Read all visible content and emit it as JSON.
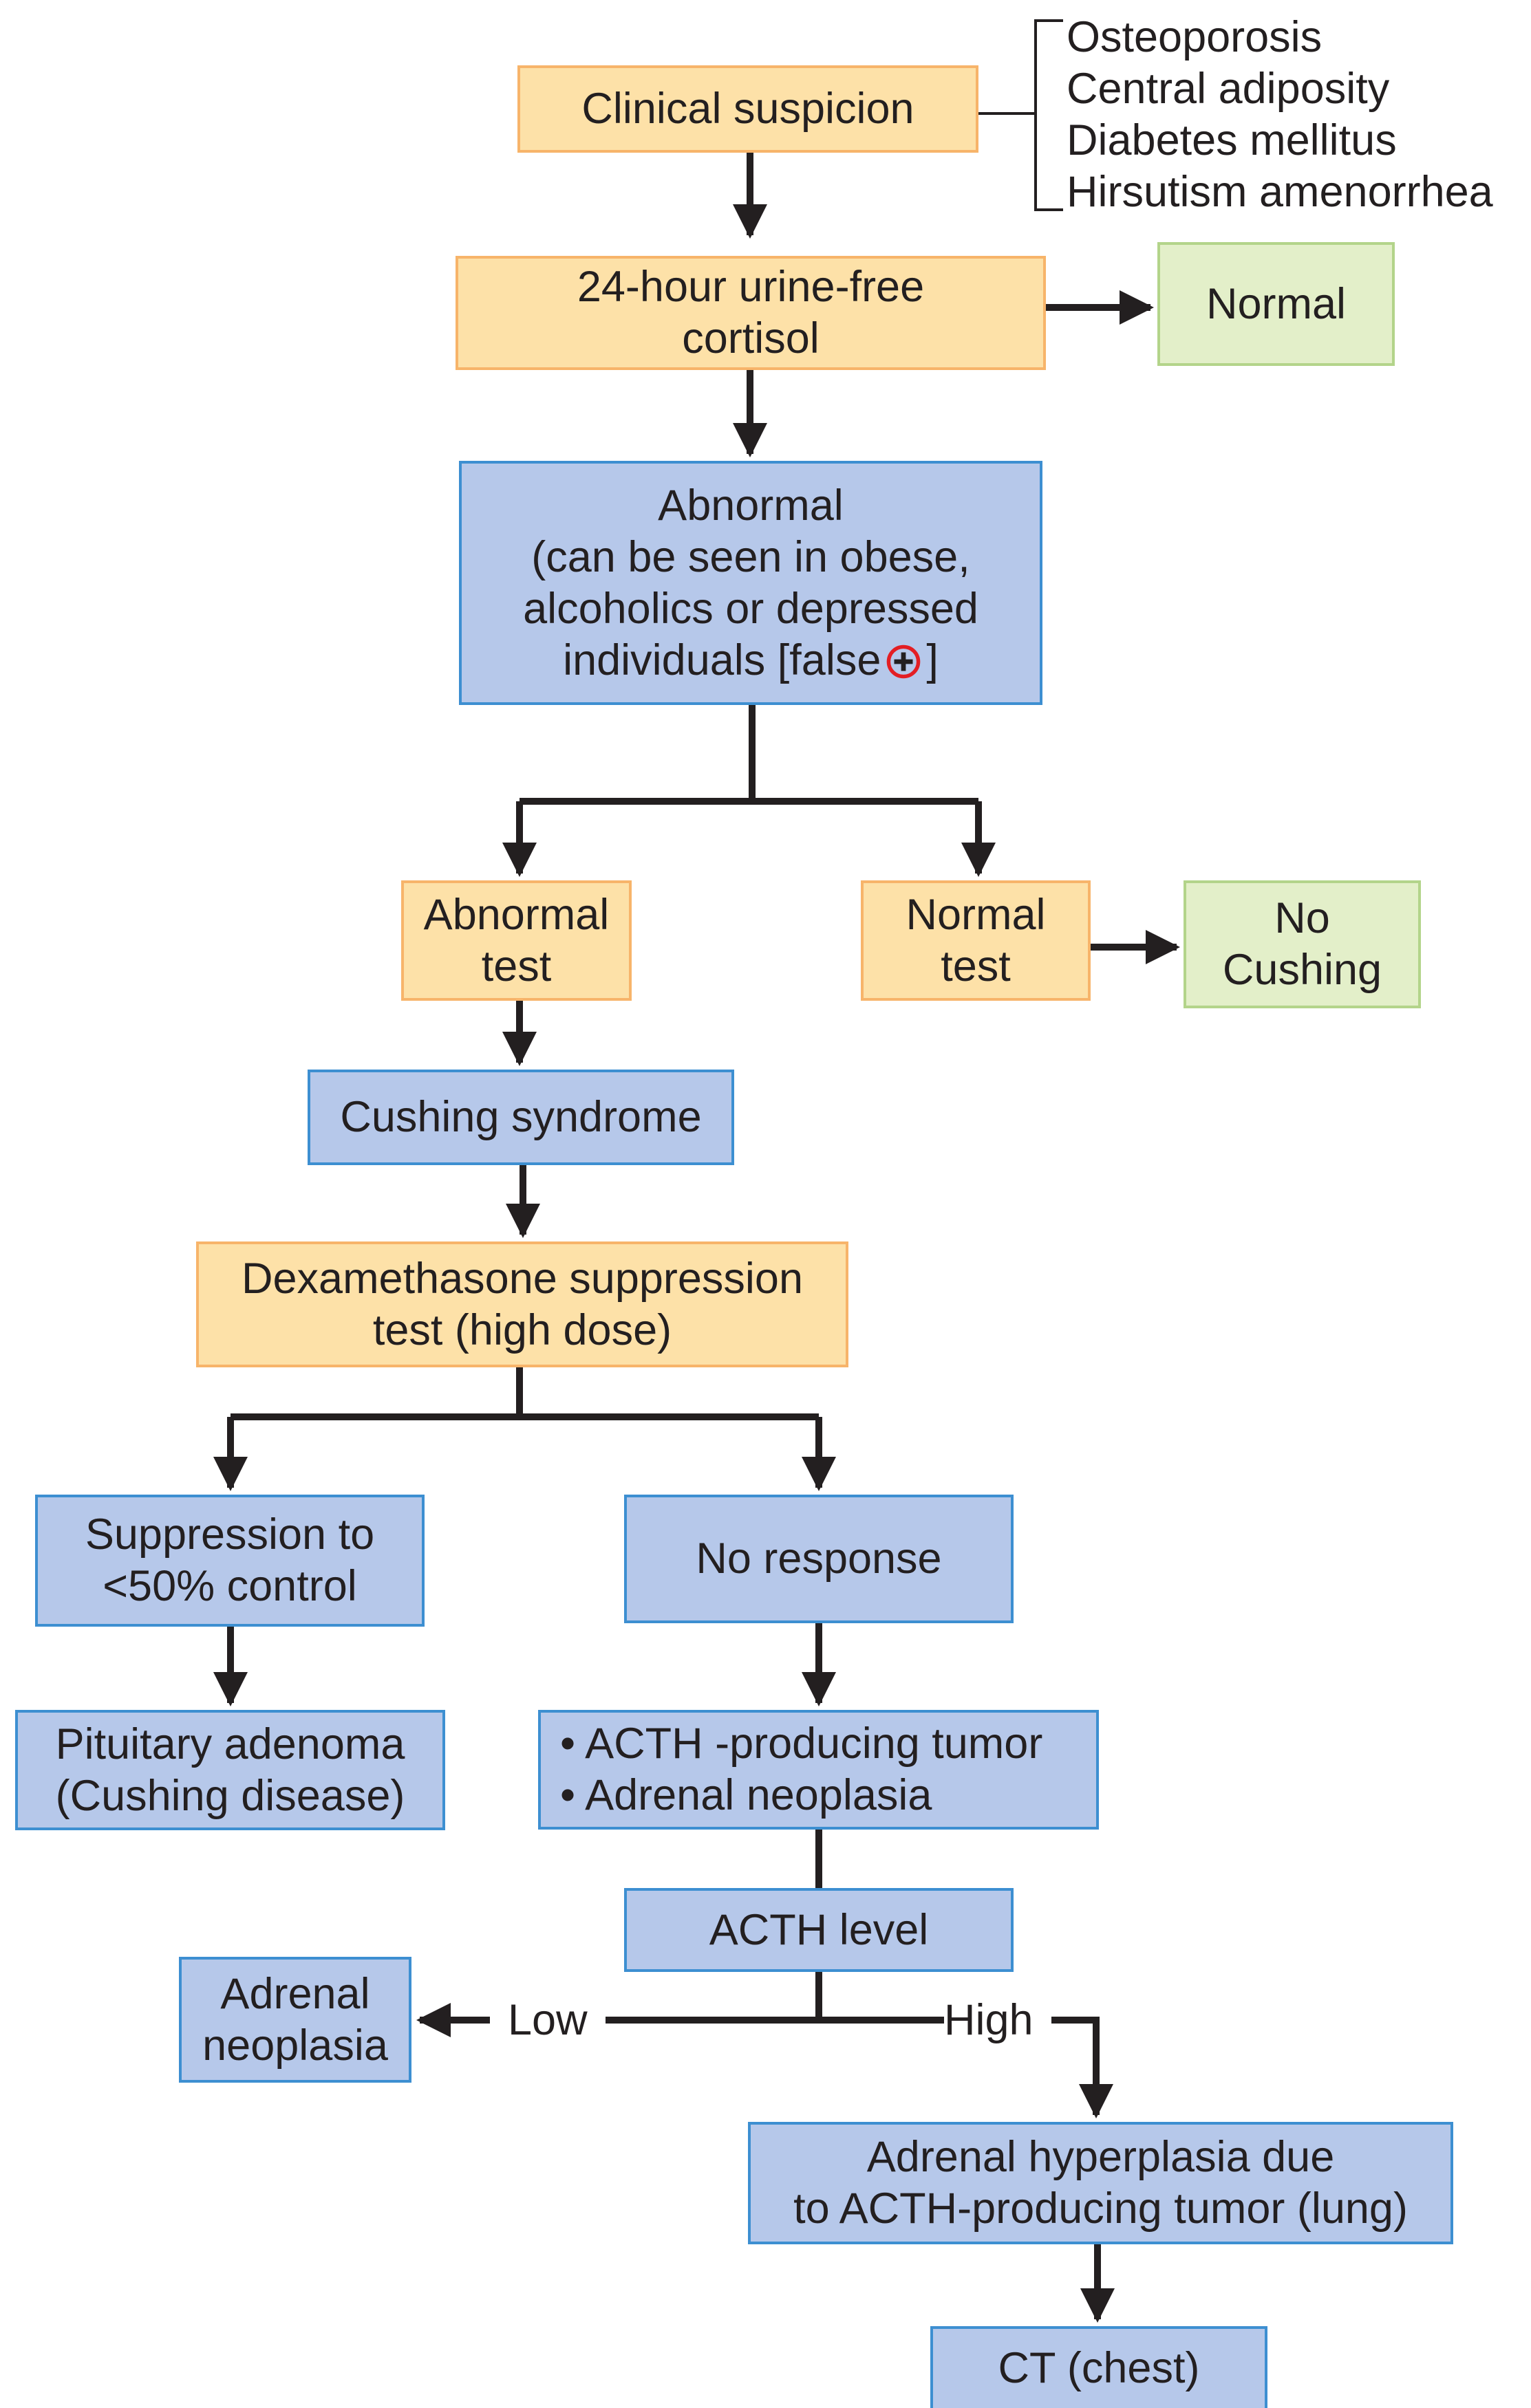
{
  "symptoms": [
    "Osteoporosis",
    "Central adiposity",
    "Diabetes mellitus",
    "Hirsutism amenorrhea"
  ],
  "nodes": {
    "clinical_suspicion": [
      "Clinical suspicion"
    ],
    "urine_cortisol": [
      "24-hour urine-free",
      "cortisol"
    ],
    "normal_1": [
      "Normal"
    ],
    "abnormal_1": {
      "lines": [
        "Abnormal",
        "(can be seen in obese,",
        "alcoholics or depressed"
      ],
      "last_line_before": "individuals [false",
      "last_line_after": "]",
      "icon": "plus-circle-icon",
      "icon_color": "#e31e24"
    },
    "abnormal_test": [
      "Abnormal",
      "test"
    ],
    "normal_test": [
      "Normal",
      "test"
    ],
    "no_cushing": [
      "No",
      "Cushing"
    ],
    "cushing_syndrome": [
      "Cushing syndrome"
    ],
    "dexa_test": [
      "Dexamethasone suppression",
      "test (high dose)"
    ],
    "suppression": [
      "Suppression to",
      "<50% control"
    ],
    "no_response": [
      "No response"
    ],
    "pituitary": [
      "Pituitary adenoma",
      "(Cushing disease)"
    ],
    "acth_tumor": [
      "• ACTH -producing tumor",
      "• Adrenal neoplasia"
    ],
    "acth_level": [
      "ACTH level"
    ],
    "adrenal_neoplasia": [
      "Adrenal",
      "neoplasia"
    ],
    "adrenal_hyperplasia": [
      "Adrenal hyperplasia due",
      "to ACTH-producing tumor (lung)"
    ],
    "ct_chest": [
      "CT (chest)"
    ]
  },
  "edge_labels": {
    "low": "Low",
    "high": "High"
  },
  "colors": {
    "test_fill": "#fde1a8",
    "test_border": "#f7b46a",
    "normal_fill": "#e3efc9",
    "normal_border": "#b3d48a",
    "result_fill": "#b6c8ea",
    "result_border": "#3d8fd1",
    "line": "#231f20"
  }
}
